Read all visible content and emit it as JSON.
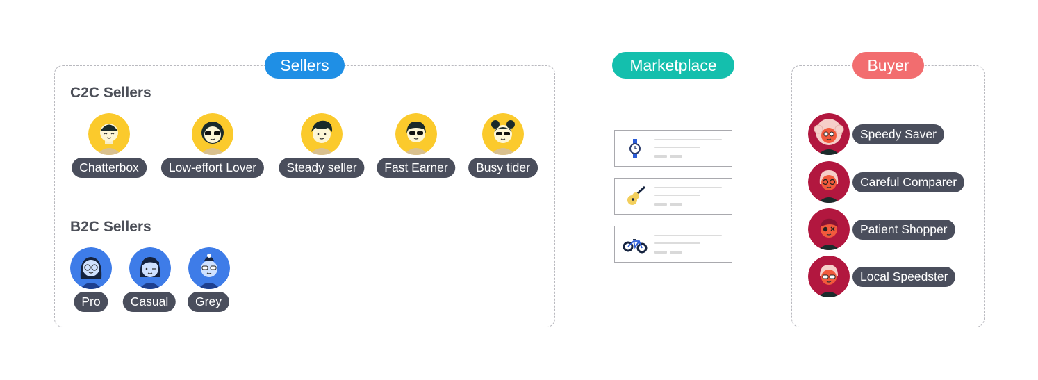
{
  "colors": {
    "sellers": "#1f8fe5",
    "marketplace": "#14bfad",
    "buyer": "#f26d6f",
    "c2c_avatar": "#fbca2c",
    "b2c_avatar": "#3e7ce8",
    "buyer_avatar": "#b2173f",
    "tag": "#4a4e5c"
  },
  "sellers": {
    "label": "Sellers",
    "c2c_title": "C2C Sellers",
    "c2c": [
      "Chatterbox",
      "Low-effort Lover",
      "Steady seller",
      "Fast Earner",
      "Busy tider"
    ],
    "b2c_title": "B2C Sellers",
    "b2c": [
      "Pro",
      "Casual",
      "Grey"
    ]
  },
  "marketplace": {
    "label": "Marketplace",
    "listings": [
      {
        "icon": "watch-icon"
      },
      {
        "icon": "guitar-icon"
      },
      {
        "icon": "bicycle-icon"
      }
    ]
  },
  "buyer": {
    "label": "Buyer",
    "personas": [
      "Speedy Saver",
      "Careful Comparer",
      "Patient Shopper",
      "Local Speedster"
    ]
  }
}
